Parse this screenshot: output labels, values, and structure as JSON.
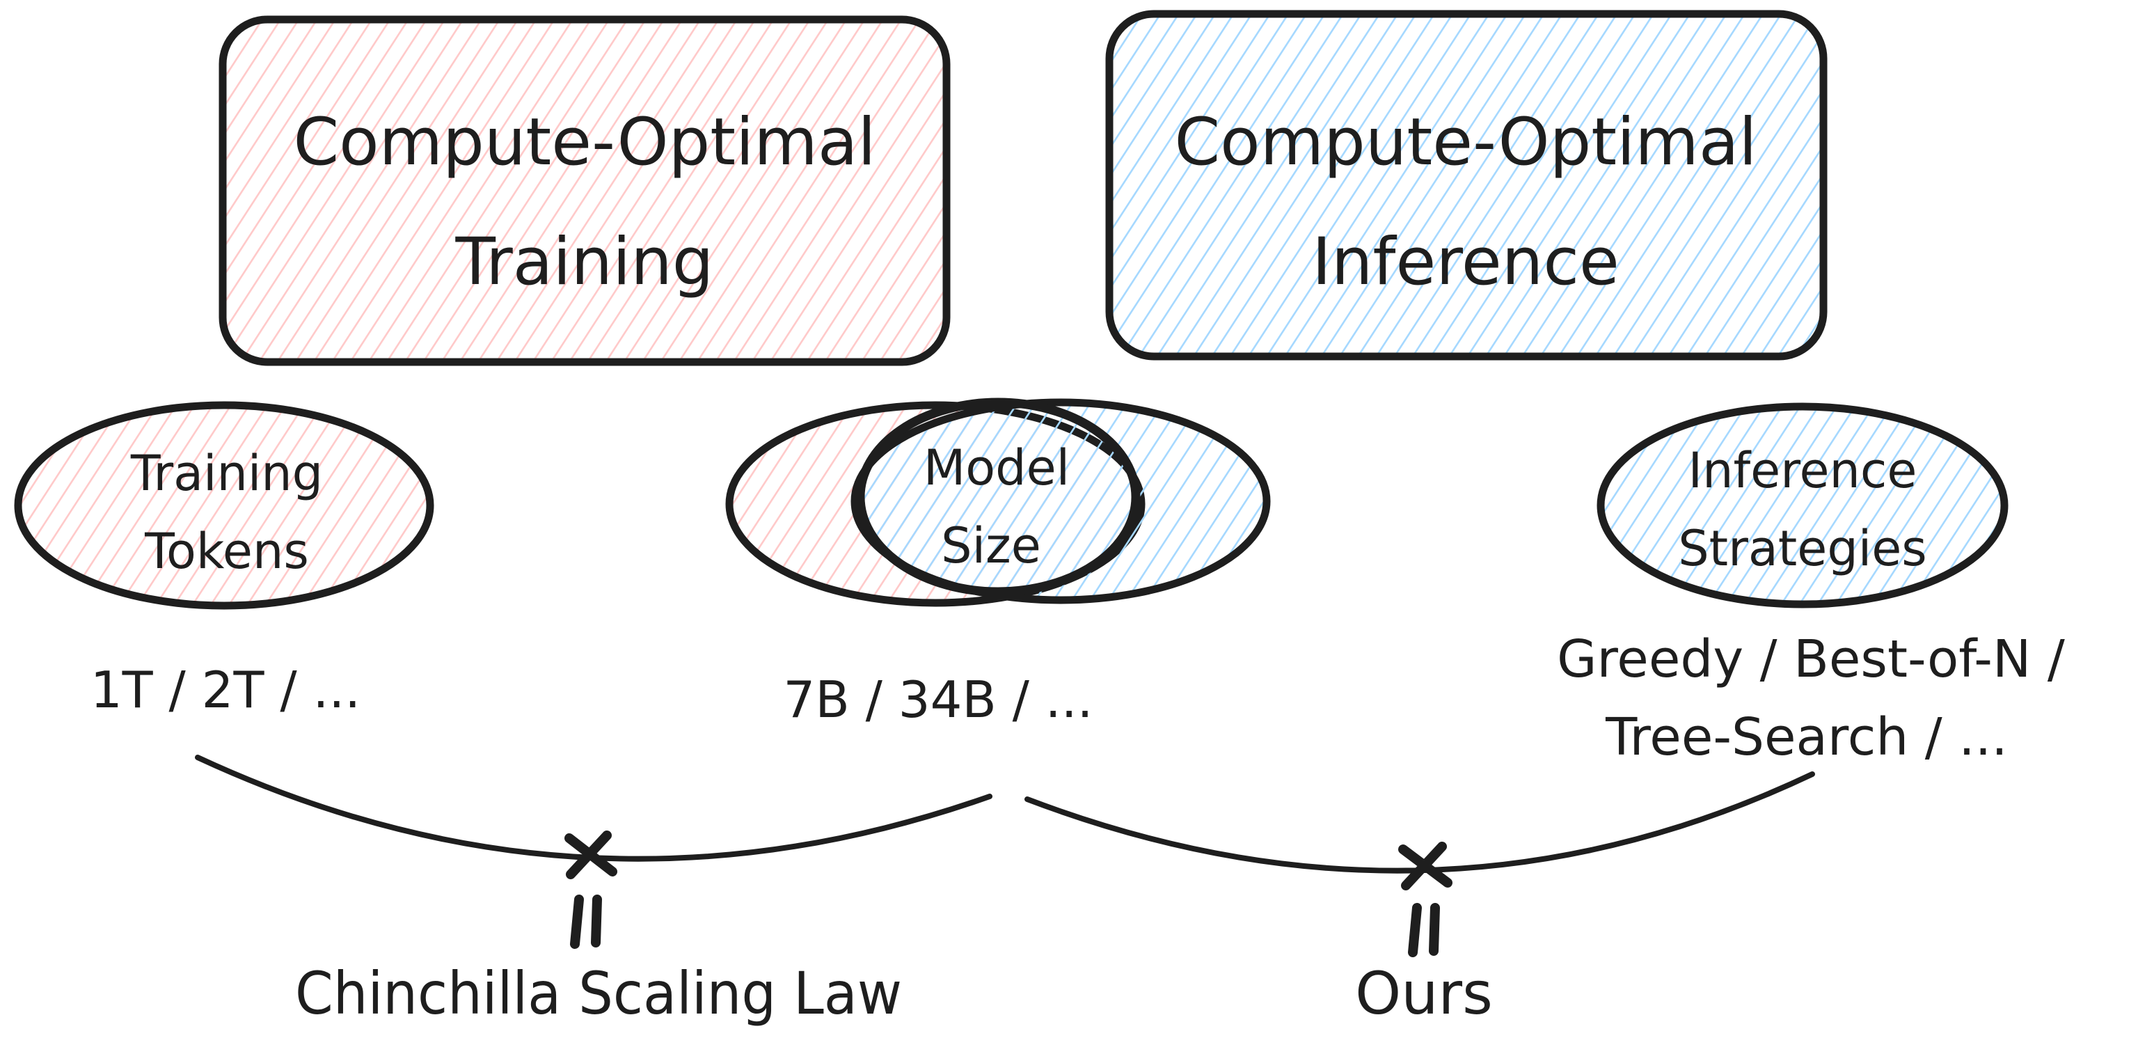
{
  "colors": {
    "ink": "#1e1e1e",
    "red_fill": "#ffc9c9",
    "blue_fill": "#a5d8ff",
    "background": "#ffffff"
  },
  "boxes": {
    "training": {
      "line1": "Compute-Optimal",
      "line2": "Training"
    },
    "inference": {
      "line1": "Compute-Optimal",
      "line2": "Inference"
    }
  },
  "ellipses": {
    "training_tokens": {
      "line1": "Training",
      "line2": "Tokens"
    },
    "model_size": {
      "line1": "Model",
      "line2": "Size"
    },
    "inference_strategies": {
      "line1": "Inference",
      "line2": "Strategies"
    }
  },
  "values": {
    "training_tokens": "1T / 2T / ...",
    "model_size": "7B / 34B / ...",
    "inference_strategies_line1": "Greedy / Best-of-N /",
    "inference_strategies_line2": "Tree-Search / ..."
  },
  "equations": {
    "left": {
      "multiply_symbol": "×",
      "equals_symbol": "=",
      "label": "Chinchilla Scaling Law"
    },
    "right": {
      "multiply_symbol": "×",
      "equals_symbol": "=",
      "label": "Ours"
    }
  }
}
